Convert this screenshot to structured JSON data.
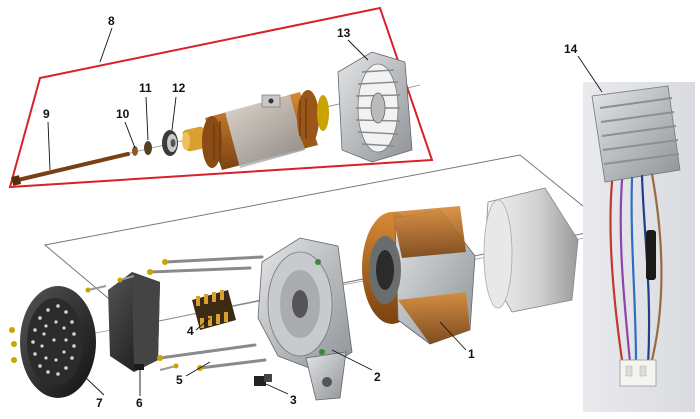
{
  "callouts": {
    "n1": "1",
    "n2": "2",
    "n3": "3",
    "n4": "4",
    "n5": "5",
    "n6": "6",
    "n7": "7",
    "n8": "8",
    "n9": "9",
    "n10": "10",
    "n11": "11",
    "n12": "12",
    "n13": "13",
    "n14": "14"
  },
  "colors": {
    "rotor_group_outline": "#d8202a",
    "copper": "#b0661c",
    "steel": "#b9bcc0",
    "aluminum": "#d0d2d5",
    "dark": "#2a2a2a",
    "brass": "#d9a030"
  }
}
